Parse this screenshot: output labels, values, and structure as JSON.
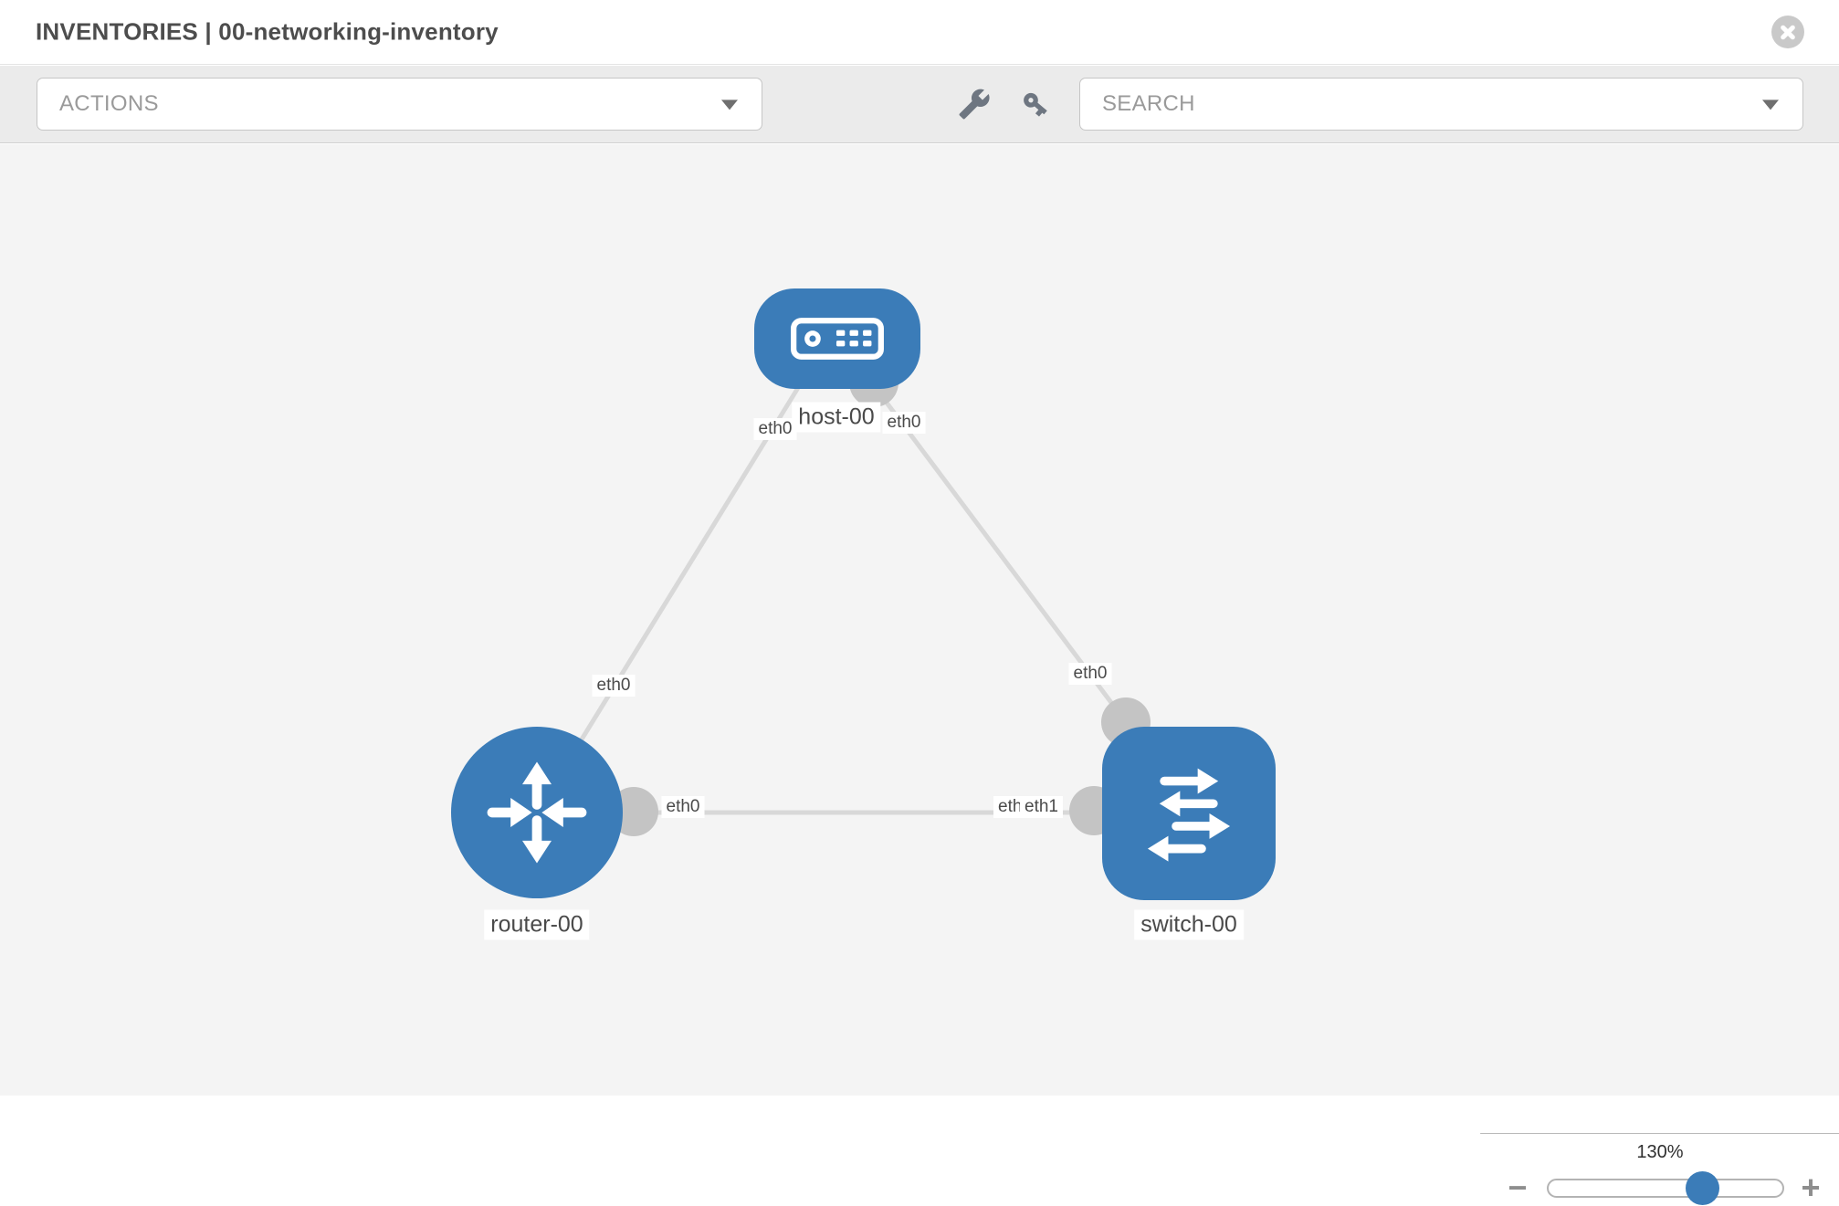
{
  "header": {
    "title": "INVENTORIES | 00-networking-inventory"
  },
  "toolbar": {
    "actions_label": "ACTIONS",
    "search_placeholder": "SEARCH",
    "icons": [
      "wrench-icon",
      "key-icon"
    ]
  },
  "topology": {
    "nodes": [
      {
        "id": "host-00",
        "type": "host",
        "label": "host-00"
      },
      {
        "id": "router-00",
        "type": "router",
        "label": "router-00"
      },
      {
        "id": "switch-00",
        "type": "switch",
        "label": "switch-00"
      }
    ],
    "links": [
      {
        "from": "host-00",
        "from_if": "eth0",
        "to": "router-00",
        "to_if": "eth0"
      },
      {
        "from": "host-00",
        "from_if": "eth0",
        "to": "switch-00",
        "to_if": "eth0"
      },
      {
        "from": "router-00",
        "from_if": "eth0",
        "to": "switch-00",
        "to_if": "eth1",
        "overlapped_label": "eth0"
      }
    ]
  },
  "zoom_control": {
    "level": "130%",
    "minus_label": "−",
    "plus_label": "+"
  },
  "colors": {
    "node_blue": "#3b7cb8",
    "link_gray": "#d8d8d8",
    "port_gray": "#c4c4c4",
    "canvas_bg": "#f4f4f4",
    "toolbar_bg": "#ebebeb"
  }
}
